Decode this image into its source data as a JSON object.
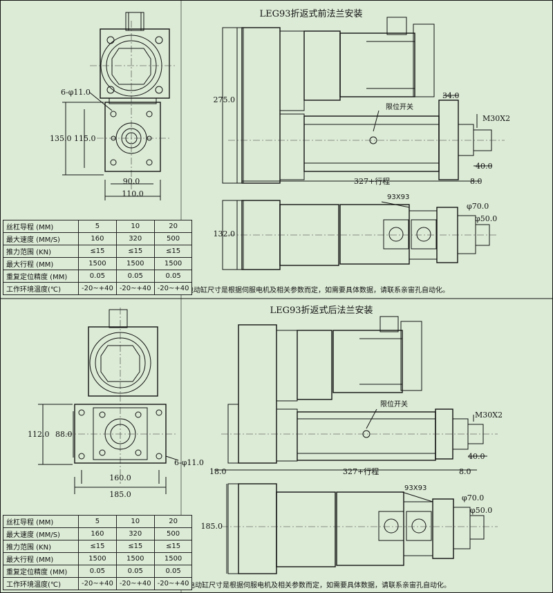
{
  "section_top": {
    "title": "LEG93折返式前法兰安装",
    "dims": {
      "holes": "6-φ11.0",
      "h135": "135.0",
      "h115": "115.0",
      "w90": "90.0",
      "w110": "110.0",
      "h275": "275.0",
      "d34": "34.0",
      "thread": "M30X2",
      "d40": "40.0",
      "d8": "8.0",
      "stroke": "327+行程",
      "limit": "限位开关",
      "sq": "93X93",
      "h132": "132.0",
      "dia70": "φ70.0",
      "dia50": "φ50.0"
    },
    "note": "电动缸尺寸是根据伺服电机及相关参数而定，如需要具体数据，请联系亲宙孔自动化。"
  },
  "section_bottom": {
    "title": "LEG93折返式后法兰安装",
    "dims": {
      "holes": "6-φ11.0",
      "h112": "112.0",
      "h88": "88.0",
      "w160": "160.0",
      "w185": "185.0",
      "d18": "18.0",
      "thread": "M30X2",
      "d40": "40.0",
      "d8": "8.0",
      "stroke": "327+行程",
      "limit": "限位开关",
      "sq": "93X93",
      "h185": "185.0",
      "dia70": "φ70.0",
      "dia50": "φ50.0"
    },
    "note": "电动缸尺寸是根据伺服电机及相关参数而定，如需要具体数据，请联系亲宙孔自动化。"
  },
  "spec_table": {
    "rows": [
      {
        "label": "丝杠导程 (MM)",
        "v": [
          "5",
          "10",
          "20"
        ]
      },
      {
        "label": "最大速度 (MM/S)",
        "v": [
          "160",
          "320",
          "500"
        ]
      },
      {
        "label": "推力范围 (KN)",
        "v": [
          "≤15",
          "≤15",
          "≤15"
        ]
      },
      {
        "label": "最大行程 (MM)",
        "v": [
          "1500",
          "1500",
          "1500"
        ]
      },
      {
        "label": "重复定位精度 (MM)",
        "v": [
          "0.05",
          "0.05",
          "0.05"
        ]
      },
      {
        "label": "工作环境温度(℃)",
        "v": [
          "-20~+40",
          "-20~+40",
          "-20~+40"
        ]
      }
    ]
  }
}
